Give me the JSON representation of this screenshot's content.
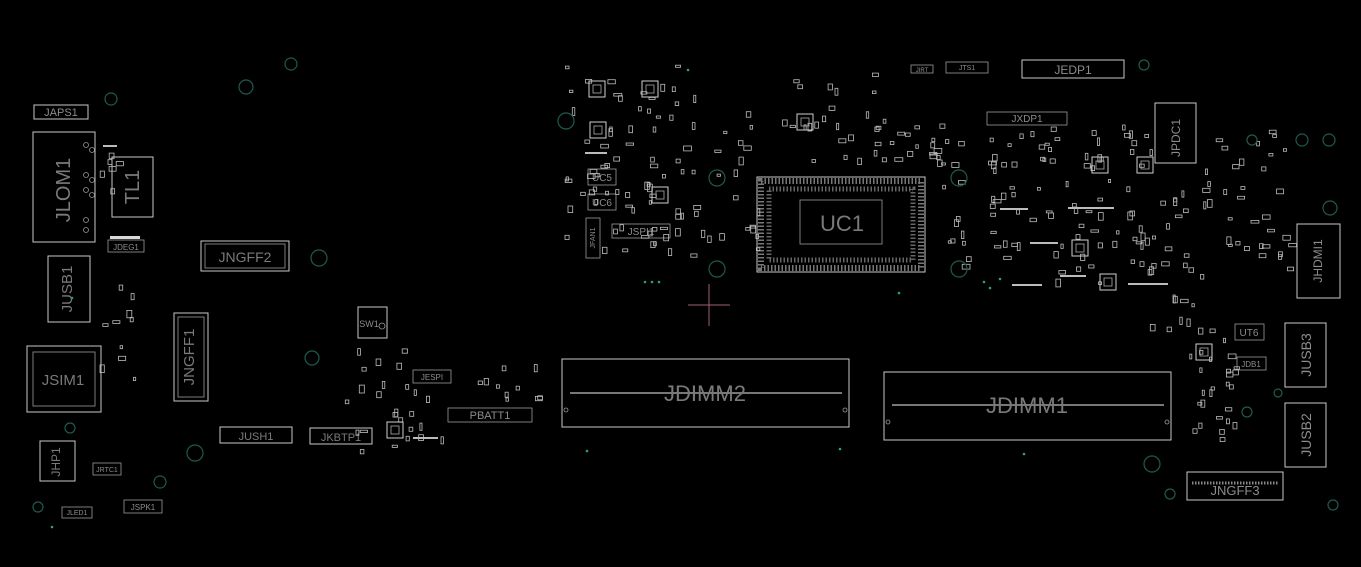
{
  "board": {
    "title": "",
    "components": {
      "JAPS1": "JAPS1",
      "JLOM1": "JLOM1",
      "TL1": "TL1",
      "JDEG1": "JDEG1",
      "JUSB1": "JUSB1",
      "JSIM1": "JSIM1",
      "JHP1": "JHP1",
      "JRTC1": "JRTC1",
      "JLED1": "JLED1",
      "JSPK1": "JSPK1",
      "JNGFF2": "JNGFF2",
      "JNGFF1": "JNGFF1",
      "JUSH1": "JUSH1",
      "JKBTP1": "JKBTP1",
      "SW1": "SW1",
      "JESPI": "JESPI",
      "PBATT1": "PBATT1",
      "UC5": "UC5",
      "UC6": "UC6",
      "JSPI1": "JSPI1",
      "JFAN1": "JFAN1",
      "UC1": "UC1",
      "JDIMM2": "JDIMM2",
      "JDIMM1": "JDIMM1",
      "JEDP1": "JEDP1",
      "JXDP1": "JXDP1",
      "JIRT": "JIRT",
      "JTS1": "JTS1",
      "JPDC1": "JPDC1",
      "JHDMI1": "JHDMI1",
      "UT6": "UT6",
      "JDB1": "JDB1",
      "JUSB3": "JUSB3",
      "JUSB2": "JUSB2",
      "JNGFF3": "JNGFF3"
    }
  }
}
